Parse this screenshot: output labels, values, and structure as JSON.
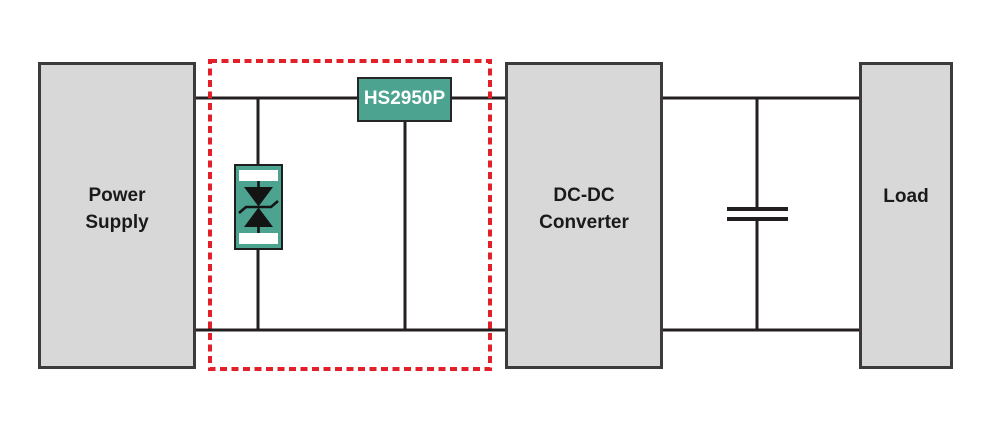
{
  "blocks": {
    "power_supply": {
      "label": "Power\nSupply"
    },
    "protection_ic": {
      "label": "HS2950P"
    },
    "dcdc_converter": {
      "label": "DC-DC\nConverter"
    },
    "load": {
      "label": "Load"
    }
  },
  "components": {
    "tvs_diode": {
      "icon": "bidirectional-tvs-diode-icon"
    },
    "output_capacitor": {
      "icon": "capacitor-icon"
    },
    "protection_outline": {
      "icon": "red-dashed-rectangle"
    }
  },
  "colors": {
    "teal": "#4BA390",
    "red": "#E3202A",
    "block_fill": "#D8D8D8",
    "block_border": "#3B3B3B",
    "wire": "#231F20",
    "ic_text": "#FFFFFF",
    "label_text": "#1A1A1A",
    "background": "#FFFFFF"
  }
}
